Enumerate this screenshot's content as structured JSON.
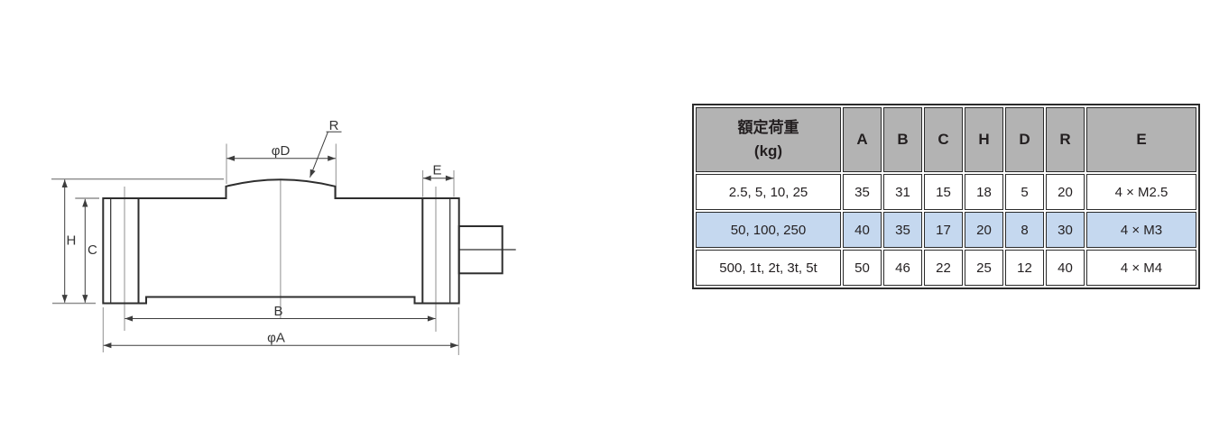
{
  "colors": {
    "page-bg": "#ffffff",
    "table-line": "#2b2b2b",
    "table-header-bg": "#b3b3b3",
    "table-row-highlight": "#c5d8ef",
    "text": "#231f20",
    "outline": "#2e2e2e",
    "dim-line": "#3d3d3d",
    "ext-line": "#8f8f8f"
  },
  "diagram": {
    "description": "Side cross-section dimension drawing of a low-profile load cell with domed load button, flange grooves, bottom recess and side cable connector",
    "labels": {
      "height_h": "H",
      "height_c": "C",
      "top_diameter": "φD",
      "radius": "R",
      "edge_e": "E",
      "bolt_circle_b": "B",
      "outer_diameter_a": "φA"
    }
  },
  "table": {
    "header": {
      "load_title": "額定荷重",
      "load_unit": "(kg)",
      "columns": [
        "A",
        "B",
        "C",
        "H",
        "D",
        "R",
        "E"
      ]
    },
    "rows": [
      {
        "load": "2.5, 5, 10, 25",
        "A": "35",
        "B": "31",
        "C": "15",
        "H": "18",
        "D": "5",
        "R": "20",
        "E": "4 × M2.5",
        "highlighted": false
      },
      {
        "load": "50, 100, 250",
        "A": "40",
        "B": "35",
        "C": "17",
        "H": "20",
        "D": "8",
        "R": "30",
        "E": "4 × M3",
        "highlighted": true
      },
      {
        "load": "500, 1t, 2t, 3t, 5t",
        "A": "50",
        "B": "46",
        "C": "22",
        "H": "25",
        "D": "12",
        "R": "40",
        "E": "4 × M4",
        "highlighted": false
      }
    ]
  }
}
